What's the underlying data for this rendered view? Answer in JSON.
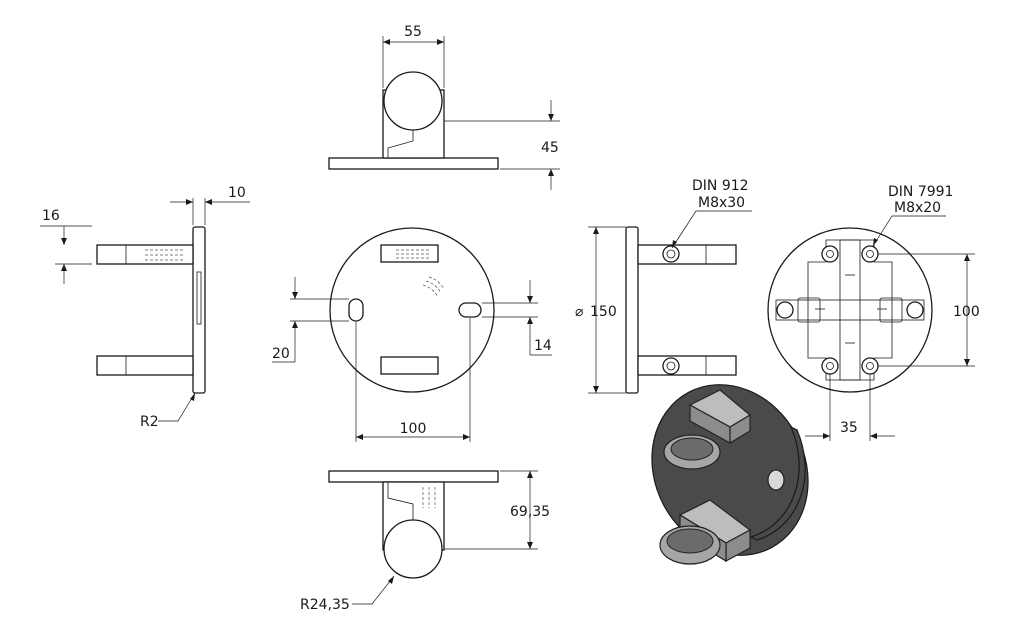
{
  "dimensions": {
    "top_width": "55",
    "top_height": "45",
    "side_thickness": "10",
    "side_offset": "16",
    "side_radius": "R2",
    "front_slot_offset": "20",
    "front_slot_spacing": "100",
    "front_slot_width": "14",
    "bottom_height": "69,35",
    "bottom_radius": "R24,35",
    "right_diameter": "150",
    "rear_spacing_v": "100",
    "rear_spacing_h": "35"
  },
  "callouts": {
    "din912_line1": "DIN 912",
    "din912_line2": "M8x30",
    "din7991_line1": "DIN 7991",
    "din7991_line2": "M8x20"
  },
  "symbols": {
    "diameter": "⌀"
  }
}
